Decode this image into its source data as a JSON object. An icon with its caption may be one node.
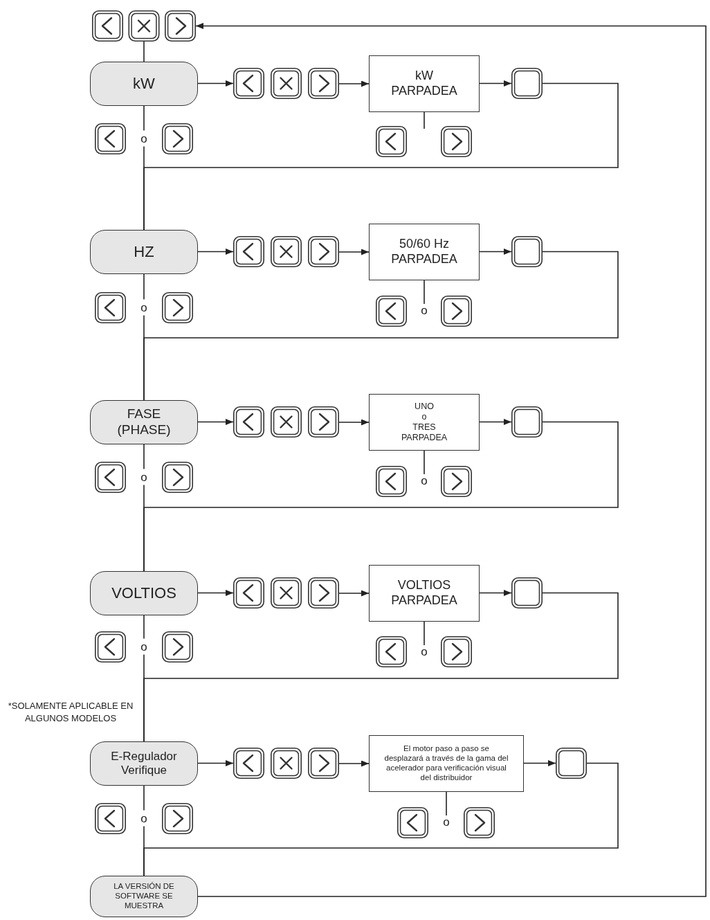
{
  "diagram": {
    "nodes": [
      {
        "text": [],
        "shape": "picture"
      },
      {
        "text": [
          "kW"
        ]
      },
      {
        "text": [],
        "shape": "picture"
      },
      {
        "text": [
          "kW PARPADEA"
        ]
      },
      {
        "text": [],
        "shape": "box"
      },
      {
        "text": [
          "HZ"
        ]
      },
      {
        "text": [],
        "shape": "picture"
      },
      {
        "text": [
          "50/60 Hz PARPADEA"
        ]
      },
      {
        "text": [],
        "shape": "box"
      },
      {
        "text": [
          "o"
        ]
      },
      {
        "text": [
          "FASE (PHASE)"
        ]
      },
      {
        "text": [],
        "shape": "picture"
      },
      {
        "text": [
          "UNO o TRES PARPADEA"
        ]
      },
      {
        "text": [],
        "shape": "box"
      },
      {
        "text": [
          "o"
        ]
      },
      {
        "text": [
          "VOLTIOS"
        ]
      },
      {
        "text": [],
        "shape": "picture"
      },
      {
        "text": [
          "VOLTIOS PARPADEA"
        ]
      },
      {
        "text": [],
        "shape": "box"
      },
      {
        "text": [
          "o"
        ]
      },
      {
        "text": [
          "E-Regulador Verifique"
        ],
        "beside": [
          "*SOLAMENTE APLICABLE EN ALGUNOS MODELOS"
        ]
      },
      {
        "text": [],
        "shape": "picture"
      },
      {
        "text": [
          "El motor paso a paso se desplazará a través de la gama del acelerador para verificación visual del distribuidor"
        ]
      },
      {
        "text": [],
        "shape": "box"
      },
      {
        "text": [
          "o"
        ]
      },
      {
        "text": [
          "LA VERSIÓN DE SOFTWARE SE MUESTRA"
        ]
      }
    ],
    "edges": [
      {
        "from": 0,
        "to": 1,
        "arrow": "none"
      },
      {
        "from": 1,
        "to": 2,
        "arrow": "to"
      },
      {
        "from": 2,
        "to": 3,
        "arrow": "to"
      },
      {
        "from": 3,
        "to": 4,
        "arrow": "to"
      },
      {
        "from": 3,
        "to": null,
        "arrow": "none"
      },
      {
        "from": 4,
        "to": 5,
        "arrow": "none"
      },
      {
        "from": 1,
        "to": 5,
        "arrow": "none",
        "label": "o"
      },
      {
        "from": 5,
        "to": 6,
        "arrow": "to"
      },
      {
        "from": 6,
        "to": 7,
        "arrow": "to"
      },
      {
        "from": 7,
        "to": 8,
        "arrow": "to"
      },
      {
        "from": 7,
        "to": 9,
        "arrow": "none"
      },
      {
        "from": 8,
        "to": 10,
        "arrow": "none"
      },
      {
        "from": 5,
        "to": 10,
        "arrow": "none",
        "label": "o"
      },
      {
        "from": 10,
        "to": 11,
        "arrow": "to"
      },
      {
        "from": 11,
        "to": 12,
        "arrow": "to"
      },
      {
        "from": 12,
        "to": 13,
        "arrow": "to"
      },
      {
        "from": 12,
        "to": 14,
        "arrow": "none"
      },
      {
        "from": 13,
        "to": 15,
        "arrow": "none"
      },
      {
        "from": 10,
        "to": 15,
        "arrow": "none",
        "label": "o"
      },
      {
        "from": 15,
        "to": 16,
        "arrow": "to"
      },
      {
        "from": 16,
        "to": 17,
        "arrow": "to"
      },
      {
        "from": 17,
        "to": 18,
        "arrow": "to"
      },
      {
        "from": 17,
        "to": 19,
        "arrow": "none"
      },
      {
        "from": 18,
        "to": 20,
        "arrow": "none"
      },
      {
        "from": 15,
        "to": 20,
        "arrow": "none",
        "label": "o"
      },
      {
        "from": 20,
        "to": 21,
        "arrow": "to"
      },
      {
        "from": 21,
        "to": 22,
        "arrow": "to"
      },
      {
        "from": 22,
        "to": 23,
        "arrow": "to"
      },
      {
        "from": 22,
        "to": 24,
        "arrow": "none"
      },
      {
        "from": 23,
        "to": 25,
        "arrow": "none"
      },
      {
        "from": 20,
        "to": 25,
        "arrow": "none",
        "label": "o"
      },
      {
        "from": 25,
        "to": 0,
        "arrow": "to"
      }
    ]
  }
}
